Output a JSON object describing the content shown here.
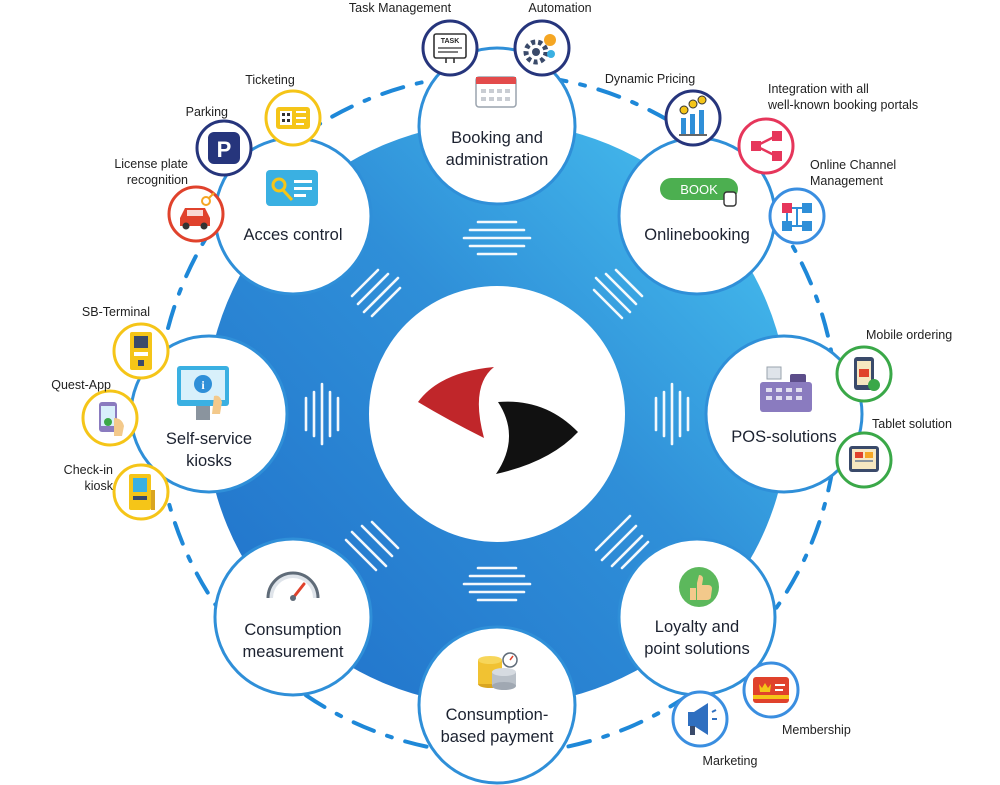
{
  "colors": {
    "ring_blue": "#2f8fd8",
    "ring_light": "#46c3f0",
    "dash_blue": "#1e88d8",
    "logo_red": "#c0262a",
    "logo_black": "#111111",
    "yellow": "#f5c518",
    "navy": "#26357c",
    "red": "#e0422c",
    "pink": "#e6365b",
    "blue_border": "#3a8ee0",
    "green_border": "#3aa848"
  },
  "nodes": [
    {
      "id": "booking",
      "label": "Booking and\nadministration",
      "icon": "calendar-icon"
    },
    {
      "id": "online",
      "label": "Onlinebooking",
      "icon": "book-button-icon",
      "badge": "BOOK"
    },
    {
      "id": "pos",
      "label": "POS-solutions",
      "icon": "cash-register-icon"
    },
    {
      "id": "loyalty",
      "label": "Loyalty and\npoint solutions",
      "icon": "thumbs-up-icon"
    },
    {
      "id": "payment",
      "label": "Consumption-\nbased payment",
      "icon": "coins-icon"
    },
    {
      "id": "measurement",
      "label": "Consumption\nmeasurement",
      "icon": "speedometer-icon"
    },
    {
      "id": "kiosks",
      "label": "Self-service\nkiosks",
      "icon": "info-kiosk-icon"
    },
    {
      "id": "access",
      "label": "Acces control",
      "icon": "keycard-icon"
    }
  ],
  "satellites": [
    {
      "id": "task",
      "label": "Task Management",
      "icon": "task-board-icon",
      "badge": "TASK"
    },
    {
      "id": "automation",
      "label": "Automation",
      "icon": "gears-icon"
    },
    {
      "id": "pricing",
      "label": "Dynamic Pricing",
      "icon": "price-chart-icon"
    },
    {
      "id": "portals",
      "label": "Integration with all\nwell-known booking portals",
      "icon": "share-network-icon"
    },
    {
      "id": "channel",
      "label": "Online Channel\nManagement",
      "icon": "channel-network-icon"
    },
    {
      "id": "mobile",
      "label": "Mobile ordering",
      "icon": "mobile-order-icon"
    },
    {
      "id": "tablet",
      "label": "Tablet solution",
      "icon": "tablet-icon"
    },
    {
      "id": "membership",
      "label": "Membership",
      "icon": "membership-card-icon"
    },
    {
      "id": "marketing",
      "label": "Marketing",
      "icon": "megaphone-icon"
    },
    {
      "id": "ticketing",
      "label": "Ticketing",
      "icon": "ticket-icon"
    },
    {
      "id": "parking",
      "label": "Parking",
      "icon": "parking-icon",
      "badge": "P"
    },
    {
      "id": "lpr",
      "label": "License plate\nrecognition",
      "icon": "car-key-icon"
    },
    {
      "id": "sbterminal",
      "label": "SB-Terminal",
      "icon": "terminal-icon"
    },
    {
      "id": "questapp",
      "label": "Quest-App",
      "icon": "phone-app-icon"
    },
    {
      "id": "checkin",
      "label": "Check-in\nkiosk",
      "icon": "checkin-kiosk-icon"
    }
  ],
  "logo": {
    "name": "brand-logo"
  }
}
